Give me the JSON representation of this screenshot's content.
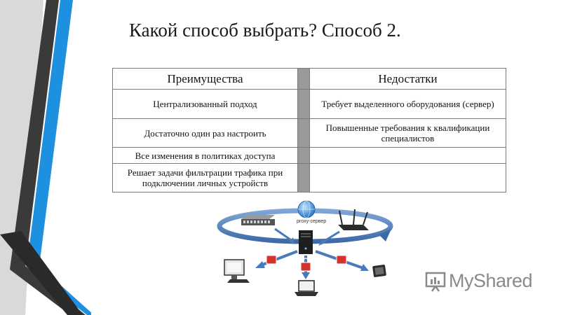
{
  "slide": {
    "title": "Какой способ выбрать? Способ 2."
  },
  "table": {
    "headers": {
      "advantages": "Преимущества",
      "disadvantages": "Недостатки"
    },
    "rows": [
      {
        "advantage": "Централизованный подход",
        "disadvantage": "Требует выделенного оборудования (сервер)"
      },
      {
        "advantage": "Достаточно один раз настроить",
        "disadvantage": "Повышенные требования к квалификации специалистов"
      },
      {
        "advantage": "Все изменения в политиках доступа",
        "disadvantage": ""
      },
      {
        "advantage": "Решает задачи фильтрации трафика при подключении личных устройств",
        "disadvantage": ""
      }
    ]
  },
  "diagram": {
    "proxy_label": "proxy-сервер",
    "icons": [
      "globe-icon",
      "network-switch-icon",
      "wifi-router-icon",
      "server-tower-icon",
      "lock-icon",
      "desktop-computer-icon",
      "laptop-icon",
      "tablet-icon"
    ]
  },
  "watermark": {
    "text": "MyShared"
  },
  "colors": {
    "deco_dark": "#3a3a3a",
    "deco_blue": "#1e90e0",
    "arrow_blue": "#4a7ab8",
    "spacer_gray": "#9a9a9a",
    "lock_red": "#d6332b"
  }
}
